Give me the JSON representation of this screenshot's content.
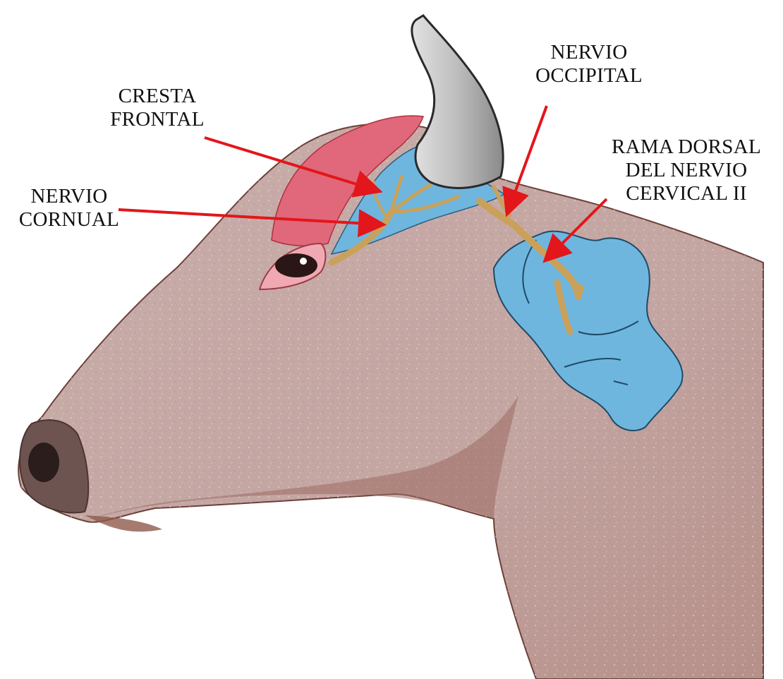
{
  "labels": {
    "cresta_frontal": [
      "CRESTA",
      "FRONTAL"
    ],
    "nervio_cornual": [
      "NERVIO",
      "CORNUAL"
    ],
    "nervio_occipital": [
      "NERVIO",
      "OCCIPITAL"
    ],
    "rama_dorsal": [
      "RAMA DORSAL",
      "DEL NERVIO",
      "CERVICAL II"
    ]
  },
  "colors": {
    "skin": "#c5aaa6",
    "skin_dark": "#8e5a4c",
    "frontal_crest": "#e0687a",
    "bone_blue": "#6fb6df",
    "nerve": "#c9a15a",
    "horn": "#c9c9c9",
    "arrow": "#e3161b"
  }
}
